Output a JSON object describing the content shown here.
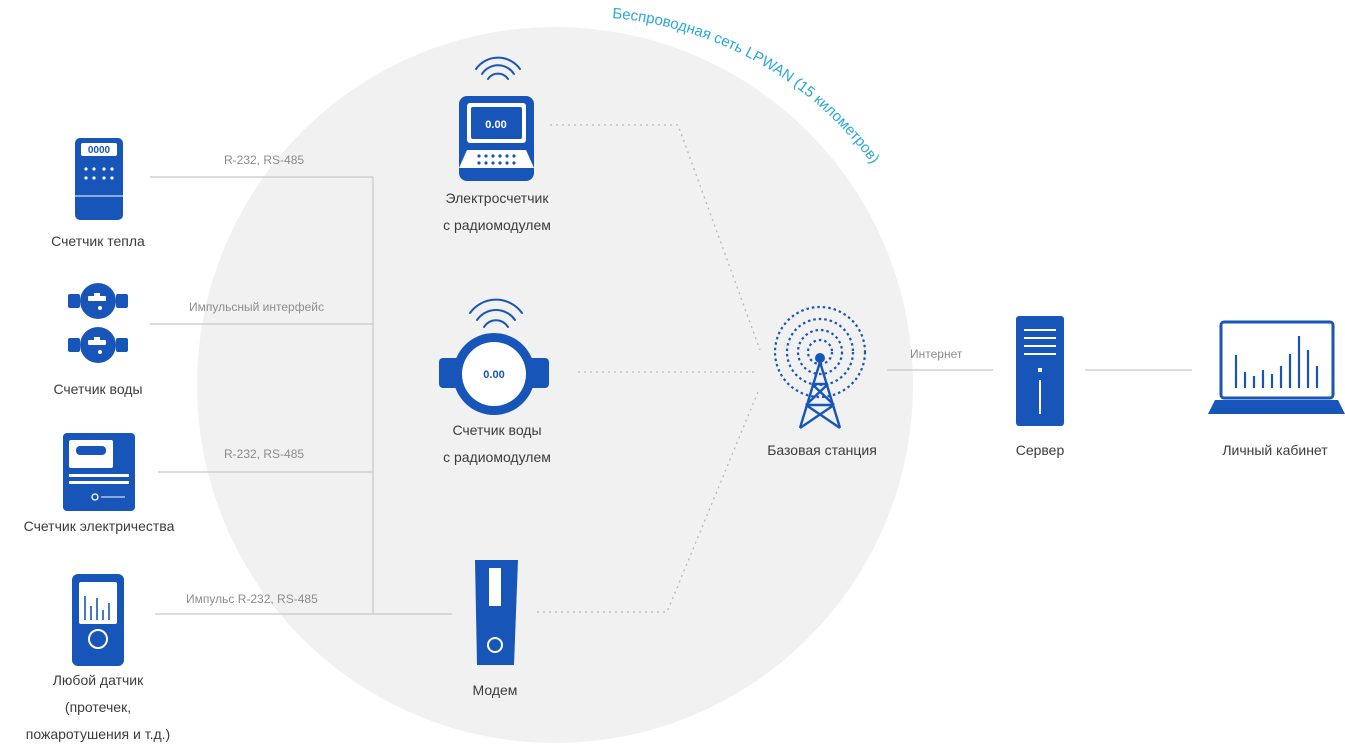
{
  "network_label": "Беспроводная сеть LPWAN (15 километров)",
  "colors": {
    "device": "#1756b8",
    "accent": "#2aa6dc",
    "circle": "#f1f1f1",
    "line": "#c8c8c8",
    "text": "#3c3c3c"
  },
  "meters": {
    "heat": {
      "label": "Счетчик тепла",
      "display": "0000"
    },
    "water": {
      "label": "Счетчик воды"
    },
    "electric": {
      "label": "Счетчик электричества"
    },
    "sensor": {
      "label_line1": "Любой датчик",
      "label_line2": "(протечек,",
      "label_line3": "пожаротушения и т.д.)"
    }
  },
  "connections": {
    "heat": "R-232, RS-485",
    "water": "Импульсный интерфейс",
    "electric": "R-232, RS-485",
    "sensor": "Импульс R-232, RS-485",
    "internet": "Интернет"
  },
  "radio_devices": {
    "electric_meter": {
      "label_line1": "Электросчетчик",
      "label_line2": "с радиомодулем",
      "display": "0.00"
    },
    "water_meter": {
      "label_line1": "Счетчик воды",
      "label_line2": "с радиомодулем",
      "display": "0.00"
    },
    "modem": {
      "label": "Модем"
    }
  },
  "infrastructure": {
    "base_station": {
      "label": "Базовая станция"
    },
    "server": {
      "label": "Сервер"
    },
    "cabinet": {
      "label": "Личный кабинет"
    }
  }
}
